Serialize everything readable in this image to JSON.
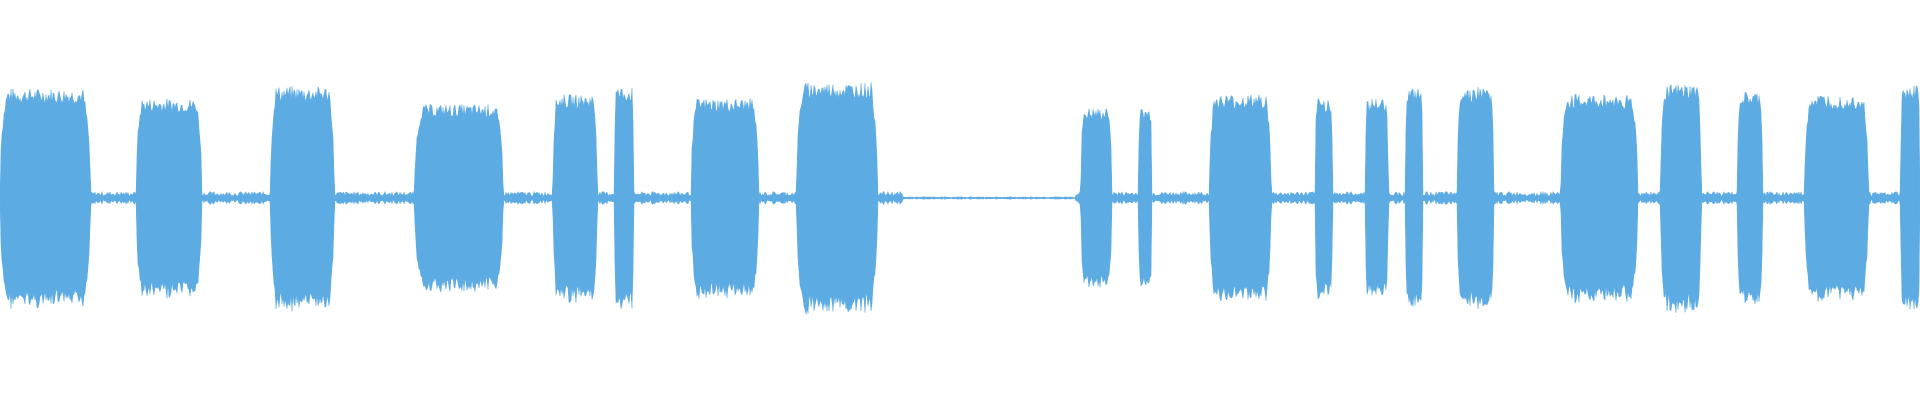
{
  "chart_data": {
    "type": "area",
    "title": "",
    "xlabel": "",
    "ylabel": "",
    "series": [
      {
        "color": "#5DABE3",
        "segments": [
          {
            "start": 0.0,
            "end": 0.047,
            "amp": 0.55
          },
          {
            "start": 0.071,
            "end": 0.105,
            "amp": 0.5
          },
          {
            "start": 0.141,
            "end": 0.174,
            "amp": 0.56
          },
          {
            "start": 0.216,
            "end": 0.262,
            "amp": 0.47
          },
          {
            "start": 0.288,
            "end": 0.311,
            "amp": 0.52
          },
          {
            "start": 0.32,
            "end": 0.33,
            "amp": 0.56
          },
          {
            "start": 0.36,
            "end": 0.395,
            "amp": 0.5
          },
          {
            "start": 0.415,
            "end": 0.457,
            "amp": 0.58
          },
          {
            "start": 0.563,
            "end": 0.579,
            "amp": 0.45
          },
          {
            "start": 0.593,
            "end": 0.6,
            "amp": 0.45
          },
          {
            "start": 0.63,
            "end": 0.662,
            "amp": 0.52
          },
          {
            "start": 0.685,
            "end": 0.694,
            "amp": 0.5
          },
          {
            "start": 0.711,
            "end": 0.723,
            "amp": 0.5
          },
          {
            "start": 0.732,
            "end": 0.741,
            "amp": 0.55
          },
          {
            "start": 0.759,
            "end": 0.778,
            "amp": 0.56
          },
          {
            "start": 0.813,
            "end": 0.853,
            "amp": 0.52
          },
          {
            "start": 0.865,
            "end": 0.886,
            "amp": 0.57
          },
          {
            "start": 0.905,
            "end": 0.918,
            "amp": 0.53
          },
          {
            "start": 0.94,
            "end": 0.973,
            "amp": 0.52
          },
          {
            "start": 0.99,
            "end": 1.0,
            "amp": 0.57
          }
        ],
        "idle_ranges": [
          [
            0.47,
            0.56
          ]
        ]
      }
    ],
    "ylim": [
      -1,
      1
    ],
    "grid": false,
    "legend": "none"
  }
}
